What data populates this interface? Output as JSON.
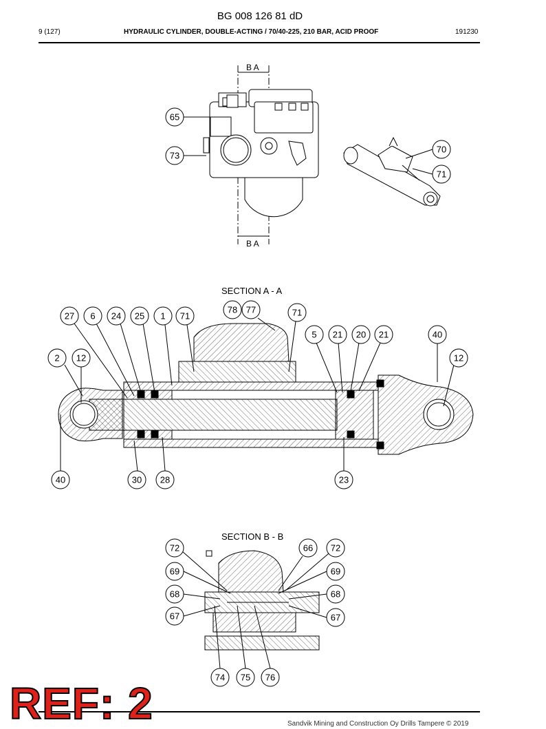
{
  "header": {
    "doc_id": "BG 008 126 81 dD",
    "page": "9 (127)",
    "title": "HYDRAULIC CYLINDER, DOUBLE-ACTING / 70/40-225, 210 BAR, ACID PROOF",
    "code": "191230"
  },
  "sections": {
    "aa_title": "SECTION A - A",
    "bb_title": "SECTION B - B",
    "ba_label": "B A"
  },
  "callouts_top": [
    "65",
    "73",
    "70",
    "71"
  ],
  "callouts_aa": [
    "27",
    "6",
    "24",
    "25",
    "1",
    "71",
    "78",
    "77",
    "71",
    "5",
    "21",
    "20",
    "21",
    "40",
    "2",
    "12",
    "12",
    "40",
    "30",
    "28",
    "23"
  ],
  "callouts_bb": [
    "72",
    "66",
    "72",
    "69",
    "69",
    "68",
    "68",
    "67",
    "67",
    "74",
    "75",
    "76"
  ],
  "ref_stamp": "REF: 2",
  "footer": "Sandvik Mining and Construction Oy Drills Tampere © 2019"
}
